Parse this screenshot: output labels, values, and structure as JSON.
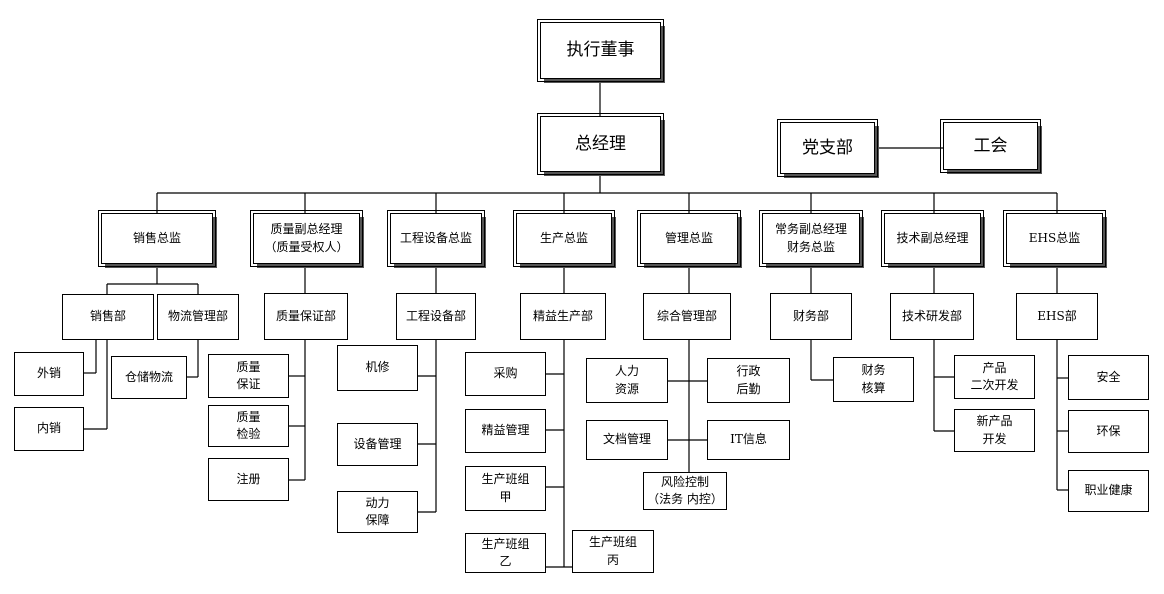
{
  "org": {
    "ceo": "执行董事",
    "gm": "总经理",
    "party": "党支部",
    "union": "工会",
    "sales_dir": "销售总监",
    "quality_vp": "质量副总经理\n（质量受权人）",
    "eng_dir": "工程设备总监",
    "prod_dir": "生产总监",
    "mgmt_dir": "管理总监",
    "fin_vp": "常务副总经理\n财务总监",
    "tech_vp": "技术副总经理",
    "ehs_dir": "EHS总监",
    "sales_dept": "销售部",
    "logistics_dept": "物流管理部",
    "qa_dept": "质量保证部",
    "eng_dept": "工程设备部",
    "lean_dept": "精益生产部",
    "admin_dept": "综合管理部",
    "fin_dept": "财务部",
    "rd_dept": "技术研发部",
    "ehs_dept": "EHS部",
    "export_sales": "外销",
    "domestic_sales": "内销",
    "warehouse": "仓储物流",
    "quality_assure": "质量\n保证",
    "quality_inspect": "质量\n检验",
    "registration": "注册",
    "maintenance": "机修",
    "equip_mgmt": "设备管理",
    "power": "动力\n保障",
    "purchasing": "采购",
    "lean_mgmt": "精益管理",
    "team_a": "生产班组\n甲",
    "team_b": "生产班组\n乙",
    "team_c": "生产班组\n丙",
    "hr": "人力\n资源",
    "logistics_admin": "行政\n后勤",
    "docs": "文档管理",
    "it": "IT信息",
    "risk": "风险控制\n（法务 内控）",
    "accounting": "财务\n核算",
    "product_dev2": "产品\n二次开发",
    "new_product": "新产品\n开发",
    "safety": "安全",
    "env": "环保",
    "health": "职业健康"
  }
}
